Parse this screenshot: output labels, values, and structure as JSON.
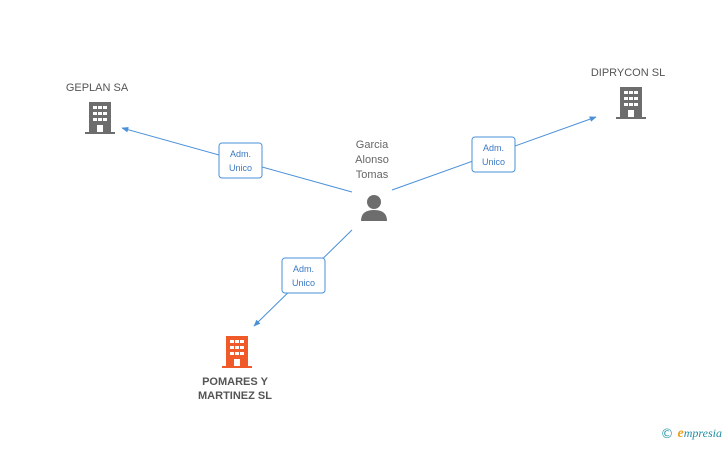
{
  "nodes": {
    "geplan": {
      "label": "GEPLAN SA",
      "type": "company"
    },
    "diprycon": {
      "label": "DIPRYCON SL",
      "type": "company"
    },
    "pomares": {
      "label_line1": "POMARES Y",
      "label_line2": "MARTINEZ SL",
      "type": "company-focus"
    },
    "person": {
      "line1": "Garcia",
      "line2": "Alonso",
      "line3": "Tomas",
      "type": "person"
    }
  },
  "edges": [
    {
      "from": "person",
      "to": "geplan",
      "role_line1": "Adm.",
      "role_line2": "Unico"
    },
    {
      "from": "person",
      "to": "diprycon",
      "role_line1": "Adm.",
      "role_line2": "Unico"
    },
    {
      "from": "person",
      "to": "pomares",
      "role_line1": "Adm.",
      "role_line2": "Unico"
    }
  ],
  "colors": {
    "company_icon": "#6d6d6d",
    "focus_icon": "#f05a28",
    "person_icon": "#6d6d6d",
    "edge": "#4a90d9"
  },
  "footer": {
    "copyright_symbol": "©",
    "brand_first": "e",
    "brand_rest": "mpresia"
  }
}
